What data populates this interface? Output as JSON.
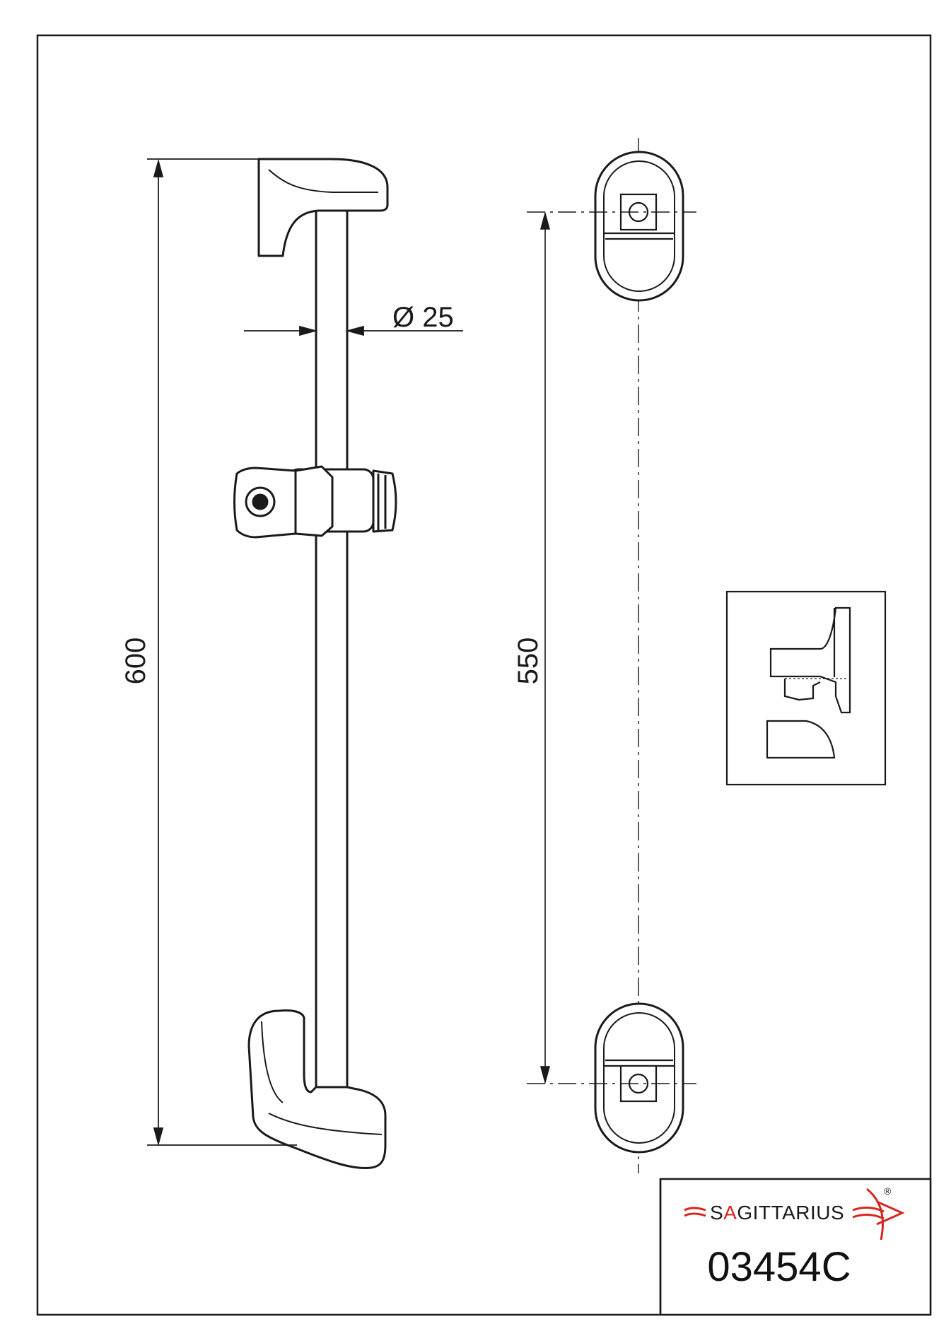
{
  "dimensions": {
    "overall_length": "600",
    "mounting_distance": "550",
    "diameter": "Ø 25"
  },
  "title_block": {
    "brand_prefix": "S",
    "brand_accent": "A",
    "brand_rest": "GITTARIUS",
    "registered_mark": "®",
    "product_code": "03454C"
  },
  "colors": {
    "line": "#1a1a1a",
    "brand_accent": "#d7261e"
  }
}
